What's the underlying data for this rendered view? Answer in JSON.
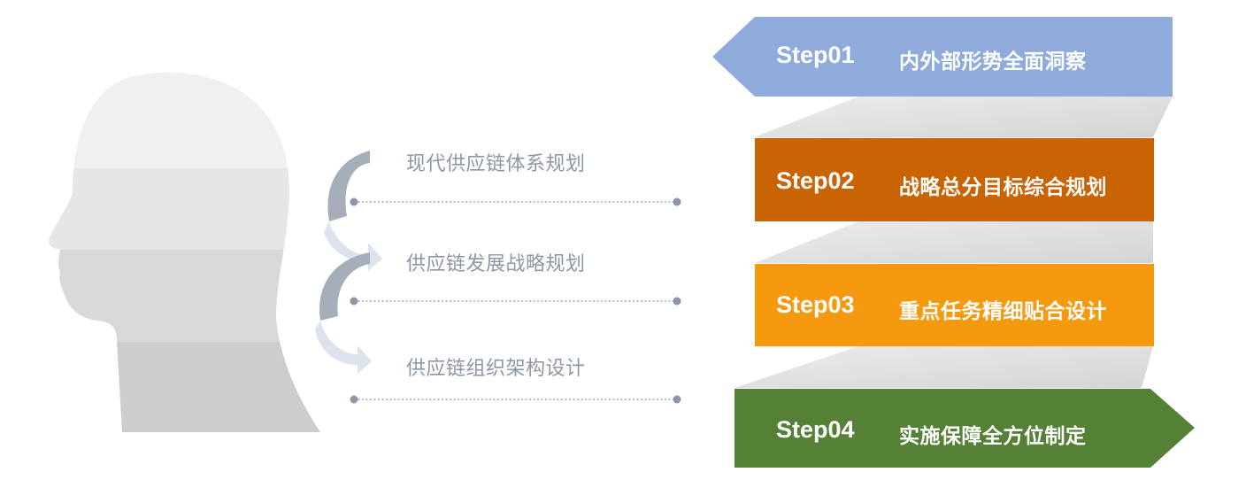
{
  "left_labels": [
    {
      "text": "现代供应链体系规划"
    },
    {
      "text": "供应链发展战略规划"
    },
    {
      "text": "供应链组织架构设计"
    }
  ],
  "steps": [
    {
      "number": "Step01",
      "title": "内外部形势全面洞察",
      "color": "#8eabdc"
    },
    {
      "number": "Step02",
      "title": "战略总分目标综合规划",
      "color": "#c96303"
    },
    {
      "number": "Step03",
      "title": "重点任务精细贴合设计",
      "color": "#f59a0f"
    },
    {
      "number": "Step04",
      "title": "实施保障全方位制定",
      "color": "#558136"
    }
  ],
  "colors": {
    "label_text": "#8e97a5",
    "dotted_line": "#8e97a5",
    "head_top": "#f0f0f0",
    "head_middle": "#e6e6e6",
    "head_lower": "#d9d9d9",
    "head_neck": "#cdcdcd",
    "arrow_dark": "#a6aeb9",
    "arrow_light": "#dde3ed",
    "connector": "#dcdcdc"
  }
}
